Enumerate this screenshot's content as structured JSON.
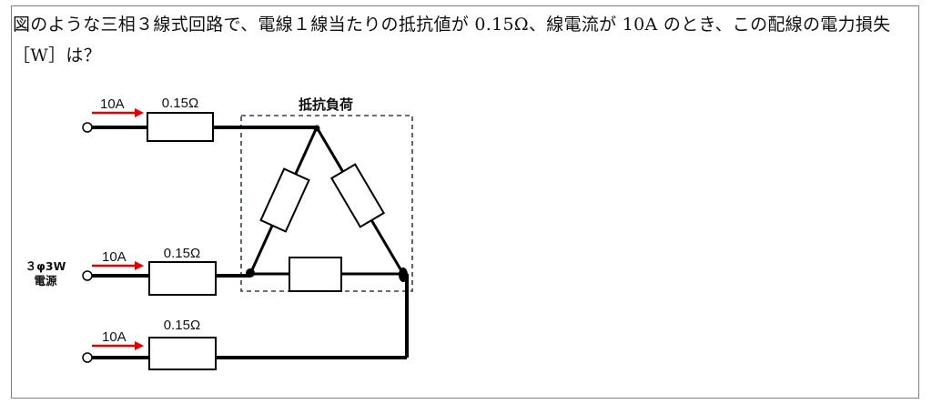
{
  "question": {
    "text": "図のような三相３線式回路で、電線１線当たりの抵抗値が 0.15Ω、線電流が 10A のとき、この配線の電力損失［W］は？"
  },
  "diagram": {
    "load_label": "抵抗負荷",
    "source_label_line1": "３φ3W",
    "source_label_line2": "電源",
    "lines": [
      {
        "current": "10A",
        "resistance": "0.15Ω"
      },
      {
        "current": "10A",
        "resistance": "0.15Ω"
      },
      {
        "current": "10A",
        "resistance": "0.15Ω"
      }
    ],
    "colors": {
      "wire": "#000000",
      "arrow": "#e00000",
      "load_box": "#2f3f55"
    }
  }
}
